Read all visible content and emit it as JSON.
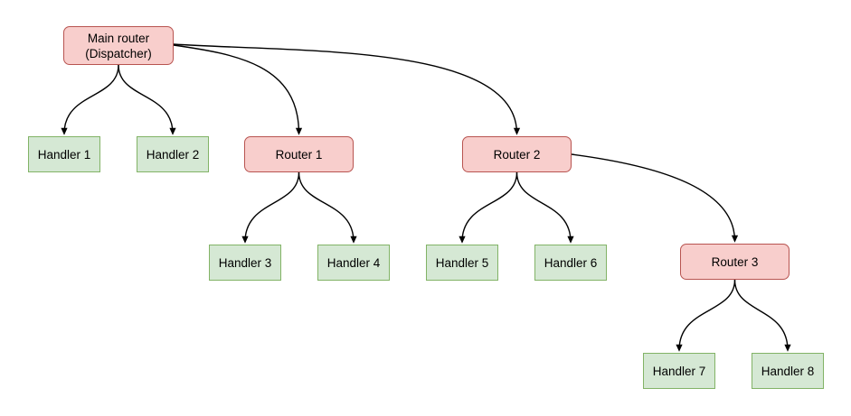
{
  "diagram": {
    "type": "tree-flowchart",
    "colors": {
      "background": "#ffffff",
      "router_fill": "#f8cecc",
      "router_stroke": "#b85450",
      "handler_fill": "#d5e8d4",
      "handler_stroke": "#82b366",
      "edge_color": "#000000",
      "text_color": "#000000"
    },
    "nodes": [
      {
        "id": "main-router",
        "type": "router",
        "label": "Main router (Dispatcher)"
      },
      {
        "id": "handler-1",
        "type": "handler",
        "label": "Handler 1"
      },
      {
        "id": "handler-2",
        "type": "handler",
        "label": "Handler 2"
      },
      {
        "id": "router-1",
        "type": "router",
        "label": "Router 1"
      },
      {
        "id": "router-2",
        "type": "router",
        "label": "Router 2"
      },
      {
        "id": "handler-3",
        "type": "handler",
        "label": "Handler 3"
      },
      {
        "id": "handler-4",
        "type": "handler",
        "label": "Handler 4"
      },
      {
        "id": "handler-5",
        "type": "handler",
        "label": "Handler 5"
      },
      {
        "id": "handler-6",
        "type": "handler",
        "label": "Handler 6"
      },
      {
        "id": "router-3",
        "type": "router",
        "label": "Router 3"
      },
      {
        "id": "handler-7",
        "type": "handler",
        "label": "Handler 7"
      },
      {
        "id": "handler-8",
        "type": "handler",
        "label": "Handler 8"
      }
    ],
    "edges": [
      {
        "from": "main-router",
        "to": "handler-1"
      },
      {
        "from": "main-router",
        "to": "handler-2"
      },
      {
        "from": "main-router",
        "to": "router-1"
      },
      {
        "from": "main-router",
        "to": "router-2"
      },
      {
        "from": "router-1",
        "to": "handler-3"
      },
      {
        "from": "router-1",
        "to": "handler-4"
      },
      {
        "from": "router-2",
        "to": "handler-5"
      },
      {
        "from": "router-2",
        "to": "handler-6"
      },
      {
        "from": "router-2",
        "to": "router-3"
      },
      {
        "from": "router-3",
        "to": "handler-7"
      },
      {
        "from": "router-3",
        "to": "handler-8"
      }
    ]
  }
}
